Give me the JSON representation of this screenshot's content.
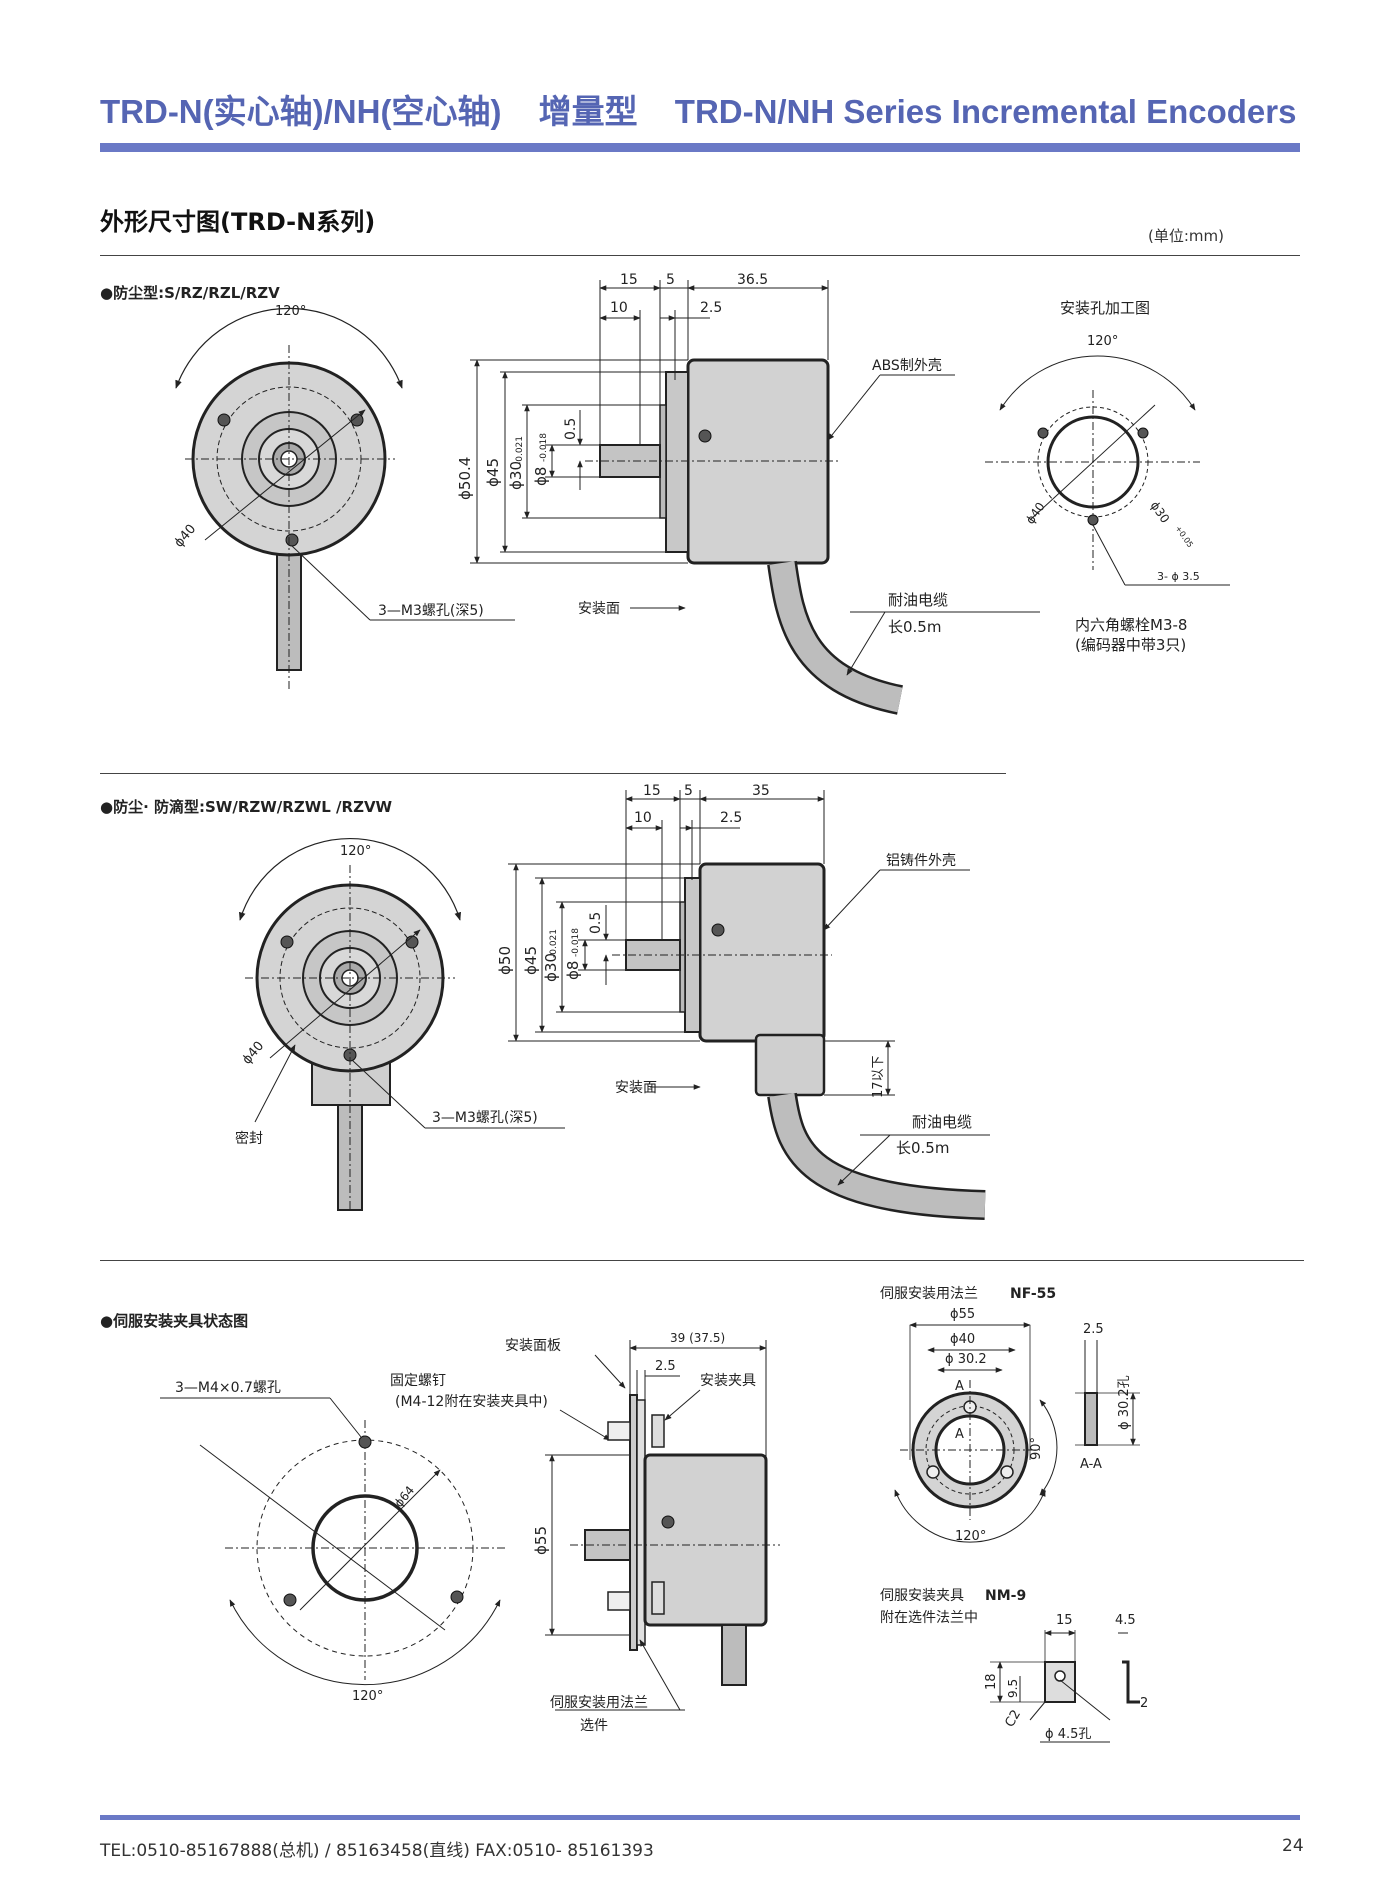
{
  "header": {
    "model": "TRD-N(实心轴)/NH(空心轴)",
    "type_cn": "增量型",
    "title_en": "TRD-N/NH  Series Incremental Encoders"
  },
  "section": {
    "title": "外形尺寸图(TRD-N系列)",
    "unit": "(单位:mm)"
  },
  "block1": {
    "heading": "●防尘型:S/RZ/RZL/RZV",
    "angle": "120°",
    "dia40": "ϕ40",
    "screw": "3—M3螺孔(深5)",
    "dims": {
      "d15": "15",
      "d5": "5",
      "d365": "36.5",
      "d10": "10",
      "d25": "2.5",
      "d05": "0.5"
    },
    "dia504": "ϕ50.4",
    "dia45": "ϕ45",
    "dia30": "ϕ30",
    "tol30": "-0.021",
    "dia8": "ϕ8",
    "tol8": "-0.018",
    "shell": "ABS制外壳",
    "mount_face": "安装面",
    "cable": "耐油电缆",
    "cable_len": "长0.5m",
    "hole_title": "安装孔加工图",
    "hole_angle": "120°",
    "hole_dia40": "ϕ40",
    "hole_dia30": "ϕ30",
    "hole_tol": "+0.05",
    "hole_3": "3- ϕ 3.5",
    "bolt1": "内六角螺栓M3-8",
    "bolt2": "(编码器中带3只)"
  },
  "block2": {
    "heading": "●防尘· 防滴型:SW/RZW/RZWL /RZVW",
    "angle": "120°",
    "dia40": "ϕ40",
    "seal": "密封",
    "screw": "3—M3螺孔(深5)",
    "dims": {
      "d15": "15",
      "d5": "5",
      "d35": "35",
      "d10": "10",
      "d25": "2.5",
      "d05": "0.5"
    },
    "dia50": "ϕ50",
    "dia45": "ϕ45",
    "dia30": "ϕ30",
    "tol30": "-0.021",
    "dia8": "ϕ8",
    "tol8": "-0.018",
    "shell": "铝铸件外壳",
    "mount_face": "安装面",
    "below17": "17以下",
    "cable": "耐油电缆",
    "cable_len": "长0.5m"
  },
  "block3": {
    "heading": "●伺服安装夹具状态图",
    "m4": "3—M4×0.7螺孔",
    "fix1": "固定螺钉",
    "fix2": "(M4-12附在安装夹具中)",
    "panel": "安装面板",
    "d39": "39 (37.5)",
    "d25": "2.5",
    "fixture": "安装夹具",
    "dia64": "ϕ64",
    "angle": "120°",
    "dia55": "ϕ55",
    "flange1": "伺服安装用法兰",
    "flange2": "选件"
  },
  "nf55": {
    "title": "伺服安装用法兰",
    "model": "NF-55",
    "dia55": "ϕ55",
    "dia40": "ϕ40",
    "dia302": "ϕ 30.2",
    "a": "A",
    "angle90": "90°",
    "angle120": "120°",
    "d25": "2.5",
    "hole": "ϕ 30.2孔",
    "aa": "A-A"
  },
  "nm9": {
    "title": "伺服安装夹具",
    "model": "NM-9",
    "sub": "附在选件法兰中",
    "d15": "15",
    "d45": "4.5",
    "d18": "18",
    "d95": "9.5",
    "c2": "C2",
    "d2": "2",
    "hole": "ϕ 4.5孔"
  },
  "footer": {
    "contact": "TEL:0510-85167888(总机) / 85163458(直线)     FAX:0510- 85161393",
    "page": "24"
  }
}
